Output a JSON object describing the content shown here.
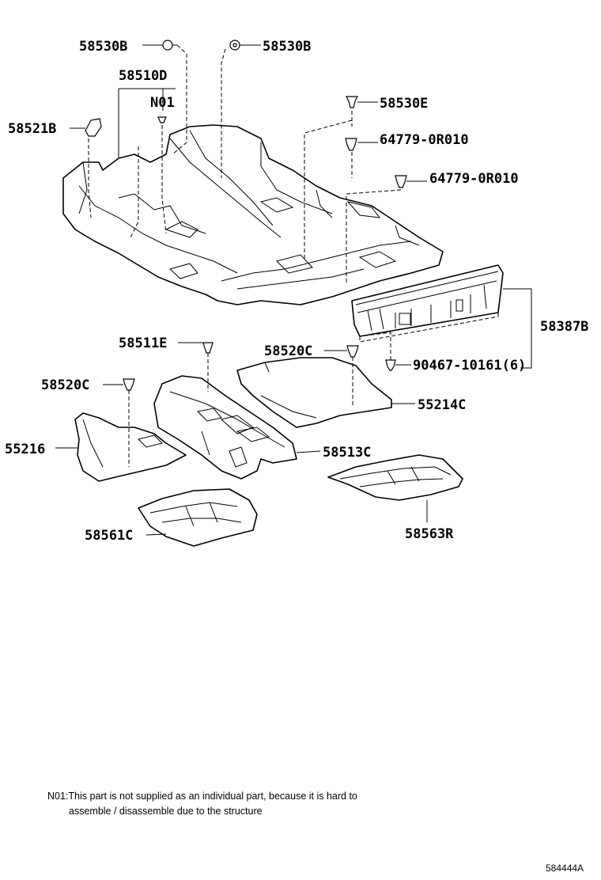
{
  "labels": {
    "p58530b_a": "58530B",
    "p58530b_b": "58530B",
    "p58510d": "58510D",
    "n01": "N01",
    "p58521b": "58521B",
    "p58530e": "58530E",
    "p64779_a": "64779-0R010",
    "p64779_b": "64779-0R010",
    "p58387b": "58387B",
    "p90467": "90467-10161(6)",
    "p58511e": "58511E",
    "p58520c_a": "58520C",
    "p58520c_b": "58520C",
    "p55214c": "55214C",
    "p55216": "55216",
    "p58513c": "58513C",
    "p58561c": "58561C",
    "p58563r": "58563R"
  },
  "note": {
    "line1": "N01:This part is not supplied as an individual part, because it is hard to",
    "line2": "assemble / disassemble due to the structure"
  },
  "catalog_id": "584444A"
}
